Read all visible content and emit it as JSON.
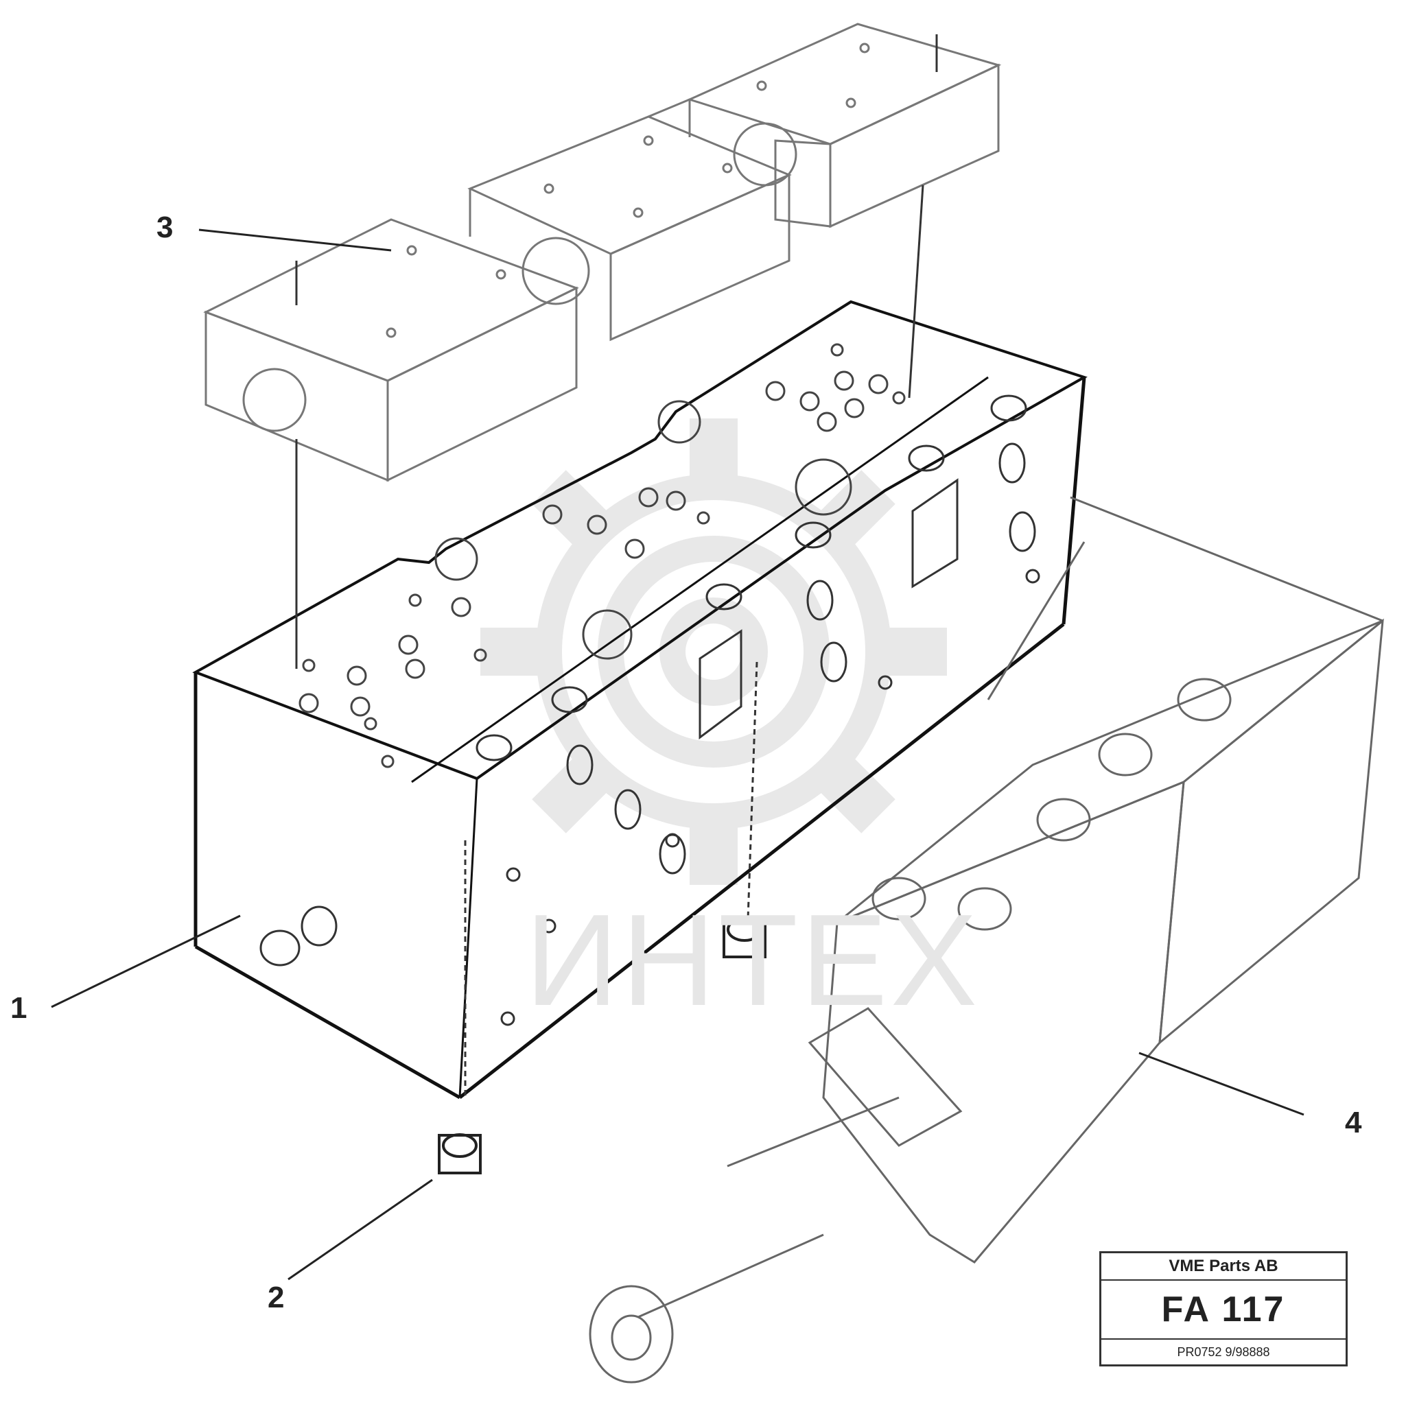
{
  "diagram": {
    "callouts": [
      {
        "id": "1",
        "label": "1"
      },
      {
        "id": "2",
        "label": "2"
      },
      {
        "id": "3",
        "label": "3"
      },
      {
        "id": "4",
        "label": "4"
      }
    ],
    "watermark": {
      "text": "ИНТЕХ",
      "color": "#e6e6e6"
    },
    "title_block": {
      "company": "VME Parts AB",
      "code": "FA 117",
      "reference": "PR0752 9/98888"
    },
    "line_color": "#222222"
  }
}
